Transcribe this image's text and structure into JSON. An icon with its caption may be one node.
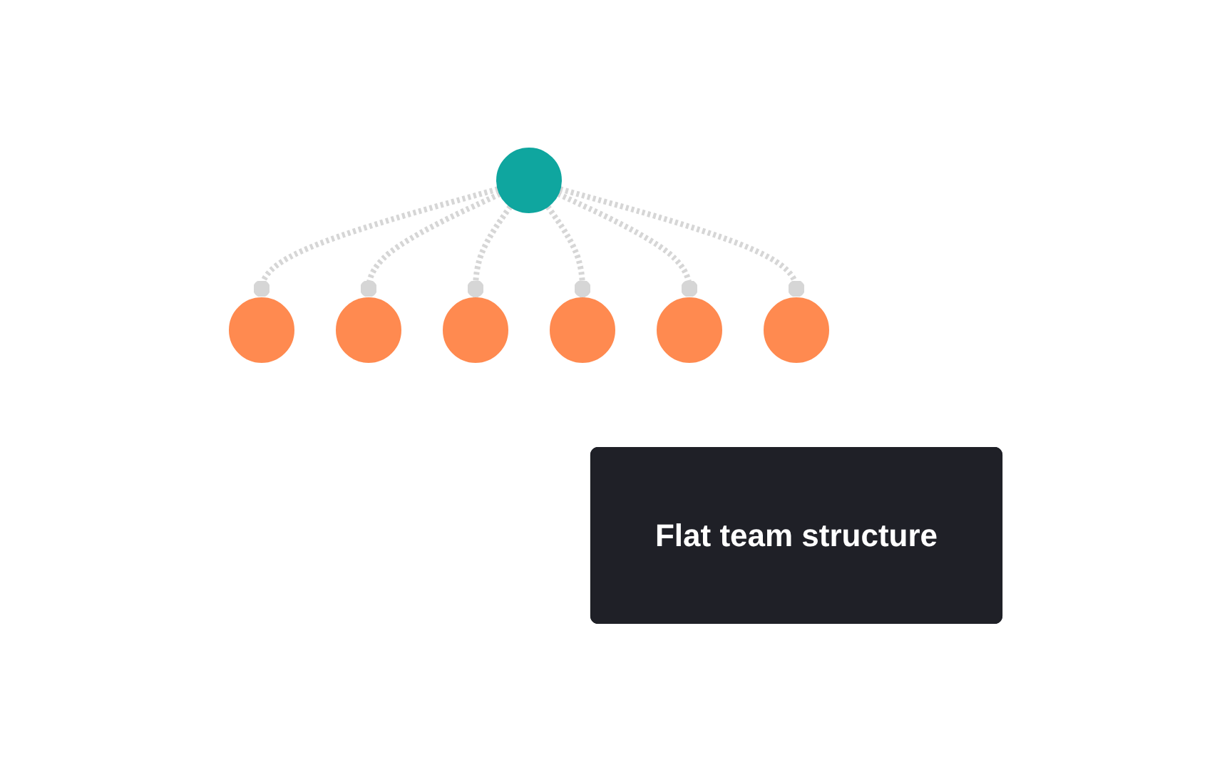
{
  "diagram": {
    "nodes": [
      {
        "text": [],
        "shape": "circle"
      },
      {
        "text": [],
        "shape": "circle"
      },
      {
        "text": [],
        "shape": "circle"
      },
      {
        "text": [],
        "shape": "circle"
      },
      {
        "text": [],
        "shape": "circle"
      },
      {
        "text": [],
        "shape": "circle"
      },
      {
        "text": [],
        "shape": "circle"
      },
      {
        "text": [
          "Flat team structure"
        ]
      }
    ],
    "edges": [
      {
        "from": 0,
        "to": 1,
        "arrow": "other",
        "style": "dashed"
      },
      {
        "from": 0,
        "to": 2,
        "arrow": "other",
        "style": "dashed"
      },
      {
        "from": 0,
        "to": 3,
        "arrow": "other",
        "style": "dashed"
      },
      {
        "from": 0,
        "to": 4,
        "arrow": "other",
        "style": "dashed"
      },
      {
        "from": 0,
        "to": 5,
        "arrow": "other",
        "style": "dashed"
      },
      {
        "from": 0,
        "to": 6,
        "arrow": "other",
        "style": "dashed"
      }
    ]
  }
}
